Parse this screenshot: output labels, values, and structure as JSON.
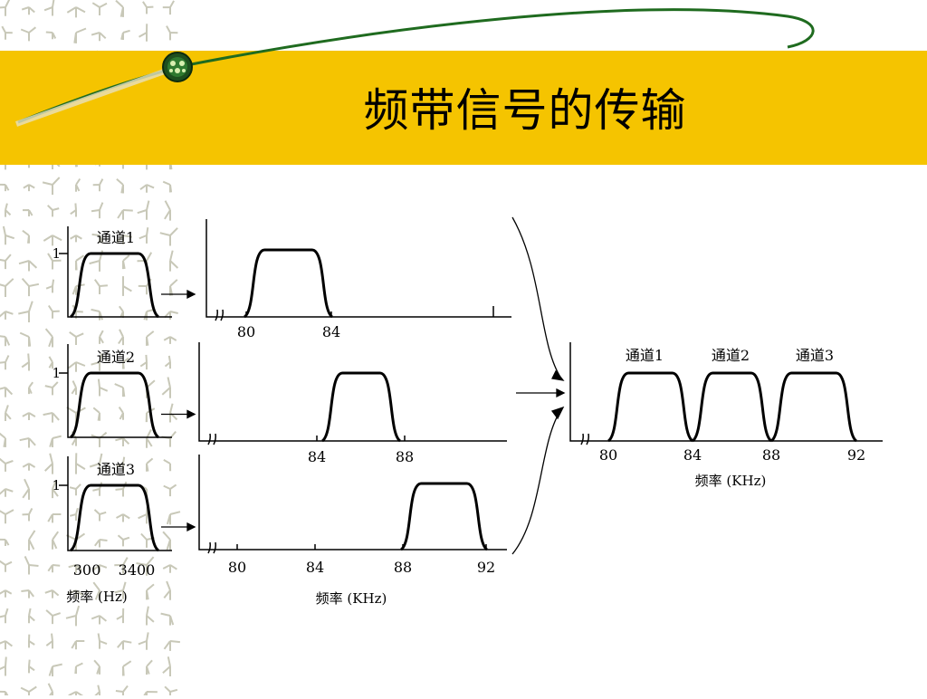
{
  "title": "频带信号的传输",
  "colors": {
    "band": "#f5c400",
    "curve": "#1f6b1f",
    "ink": "#000000",
    "pattern": "#c8c8b8"
  },
  "decor_icons": [
    "molecule-pattern",
    "hub-node-icon"
  ],
  "figure": {
    "source_panels": [
      {
        "channel_label": "通道1",
        "level_tick": "1"
      },
      {
        "channel_label": "通道2",
        "level_tick": "1"
      },
      {
        "channel_label": "通道3",
        "level_tick": "1"
      }
    ],
    "source_axis": {
      "ticks": [
        "300",
        "3400"
      ],
      "xlabel": "频率 (Hz)"
    },
    "shifted_panels": [
      {
        "ticks": [
          "80",
          "84"
        ]
      },
      {
        "ticks": [
          "84",
          "88"
        ]
      },
      {
        "ticks": [
          "80",
          "84",
          "88",
          "92"
        ]
      }
    ],
    "shifted_xlabel": "频率 (KHz)",
    "combined": {
      "channel_labels": [
        "通道1",
        "通道2",
        "通道3"
      ],
      "ticks": [
        "80",
        "84",
        "88",
        "92"
      ],
      "xlabel": "频率 (KHz)"
    }
  }
}
